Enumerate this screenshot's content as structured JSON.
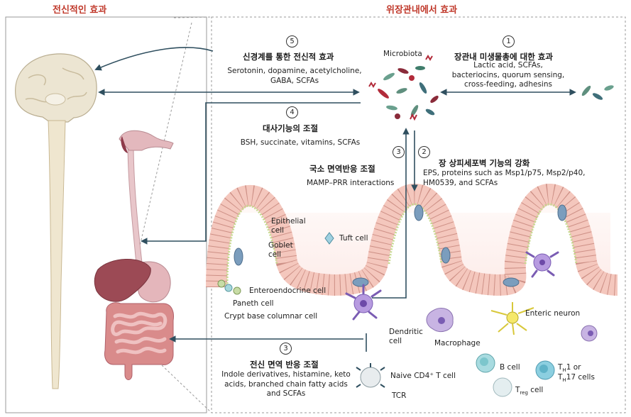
{
  "panels": {
    "left_title": "전신적인 효과",
    "right_title": "위장관내에서 효과"
  },
  "microbiota_label": "Microbiota",
  "sections": {
    "s5": {
      "number": "5",
      "title": "신경계를 통한 전신적 효과",
      "body": "Serotonin, dopamine, acetylcholine, GABA, SCFAs"
    },
    "s1": {
      "number": "1",
      "title": "장관내 미생물총에 대한 효과",
      "body": "Lactic acid, SCFAs, bacteriocins, quorum sensing, cross-feeding, adhesins"
    },
    "s4": {
      "number": "4",
      "title": "대사기능의 조절",
      "body": "BSH, succinate, vitamins, SCFAs"
    },
    "s3a": {
      "number": "3",
      "title": "국소 면역반응 조절",
      "body": "MAMP–PRR interactions"
    },
    "s2": {
      "number": "2",
      "title": "장 상피세포벽 기능의 강화",
      "body": "EPS, proteins such as Msp1/p75, Msp2/p40, HM0539, and SCFAs"
    },
    "s3b": {
      "number": "3",
      "title": "전신 면역 반응 조절",
      "body": "Indole derivatives, histamine, keto acids, branched chain fatty acids and SCFAs"
    }
  },
  "cell_labels": {
    "epithelial": "Epithelial cell",
    "goblet": "Goblet cell",
    "tuft": "Tuft cell",
    "enteroendocrine": "Enteroendocrine cell",
    "paneth": "Paneth cell",
    "crypt": "Crypt base columnar cell",
    "dendritic": "Dendritic cell",
    "macrophage": "Macrophage",
    "neuron": "Enteric neuron",
    "naive_t": "Naive CD4⁺ T cell",
    "tcr": "TCR",
    "b_cell": "B cell",
    "treg_prefix": "T",
    "treg_sub": "reg",
    "treg_suffix": " cell",
    "th_line1_prefix": "T",
    "th_line1_sub": "H",
    "th_line1_suffix": "1 or",
    "th_line2_prefix": "T",
    "th_line2_sub": "H",
    "th_line2_suffix": "17 cells"
  },
  "colors": {
    "title_red": "#c0392b",
    "arrow": "#2f4f5f",
    "epithelium": "#f4c7bd",
    "lumen": "#fdecea",
    "brain": "#e9e1cc",
    "liver": "#9c4a55",
    "intestine": "#d98b8b"
  }
}
